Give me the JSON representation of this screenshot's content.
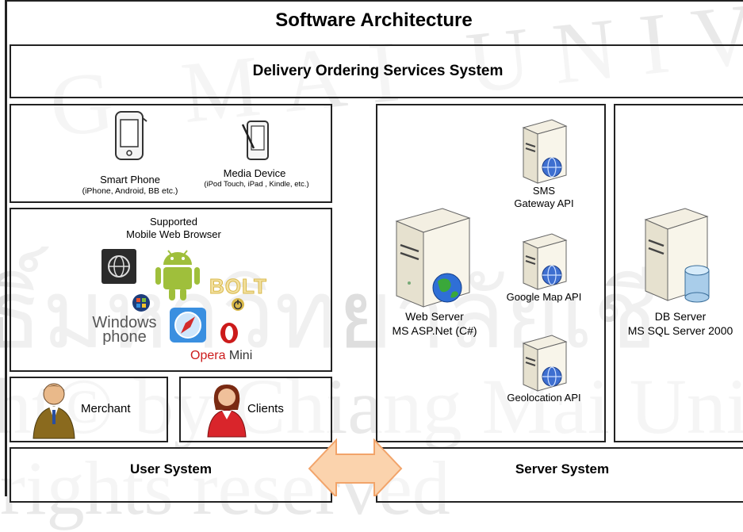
{
  "title": "Software Architecture",
  "system_name": "Delivery Ordering Services System",
  "devices": {
    "smart_phone": {
      "label": "Smart Phone",
      "sub": "(iPhone, Android, BB etc.)"
    },
    "media_device": {
      "label": "Media Device",
      "sub": "(iPod Touch, iPad , Kindle, etc.)"
    }
  },
  "browsers": {
    "heading_line1": "Supported",
    "heading_line2": "Mobile Web Browser",
    "bolt": "BOLT",
    "windows_line1": "Windows",
    "windows_line2": "phone",
    "opera": "Opera",
    "opera_mini": "Mini"
  },
  "users": {
    "merchant": "Merchant",
    "clients": "Clients"
  },
  "server": {
    "sms_line1": "SMS",
    "sms_line2": "Gateway API",
    "web_line1": "Web Server",
    "web_line2": "MS ASP.Net (C#)",
    "google_map": "Google Map API",
    "geolocation": "Geolocation API"
  },
  "db": {
    "line1": "DB Server",
    "line2": "MS SQL Server 2000"
  },
  "footer": {
    "user_system": "User System",
    "server_system": "Server System"
  },
  "colors": {
    "arrow_fill": "#fbd3ad",
    "arrow_stroke": "#f2a46a",
    "globe": "#2f6fd6",
    "android": "#9fbf3b",
    "opera_red": "#cc1b1b"
  },
  "watermark": {
    "arc_text": "G MAI UNIVERSIT",
    "line2": "ธิ์มหาวิทยาลัยเชี",
    "line3": "ht© by Chiang Mai Uni",
    "line4": "rights reserved"
  }
}
